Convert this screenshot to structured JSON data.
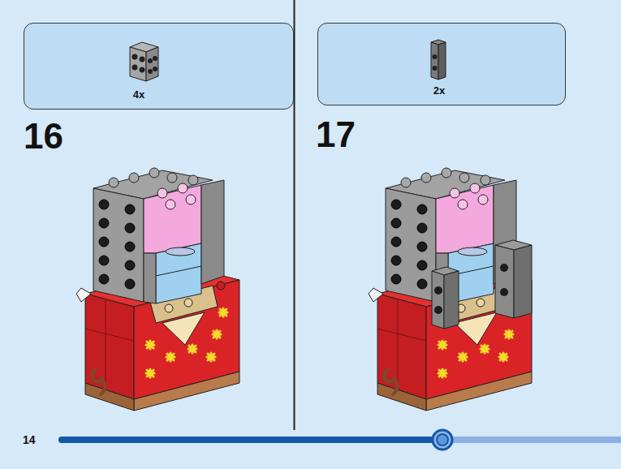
{
  "diagram": {
    "nodes": [
      {
        "text": [
          "4x"
        ]
      },
      {
        "text": [
          "2x"
        ]
      }
    ],
    "labels": [
      "16",
      "17",
      "14"
    ]
  }
}
